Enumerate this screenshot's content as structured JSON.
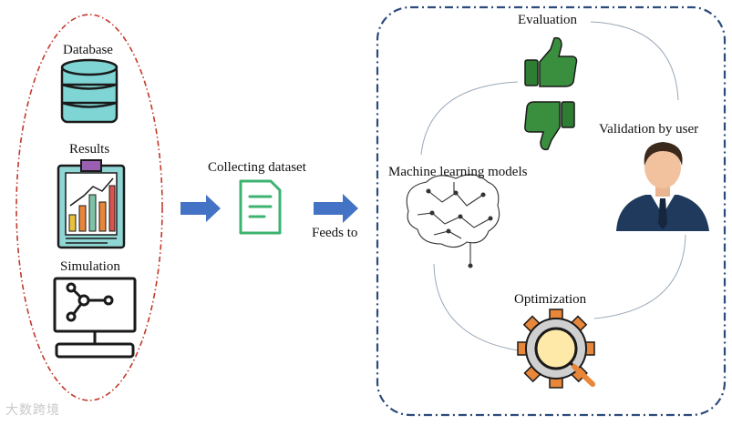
{
  "diagram": {
    "sources": {
      "database_label": "Database",
      "results_label": "Results",
      "simulation_label": "Simulation"
    },
    "collecting_label": "Collecting dataset",
    "feeds_label": "Feeds to",
    "cycle": {
      "ml_label": "Machine learning models",
      "evaluation_label": "Evaluation",
      "validation_label": "Validation by user",
      "optimization_label": "Optimization"
    },
    "watermark": "大数跨境"
  },
  "colors": {
    "source_border": "#c0392b",
    "cycle_border": "#2c4a7c",
    "arrow": "#4472c4",
    "document": "#3cb371",
    "thumb": "#2e7d32",
    "database": "#7fd4d4"
  }
}
